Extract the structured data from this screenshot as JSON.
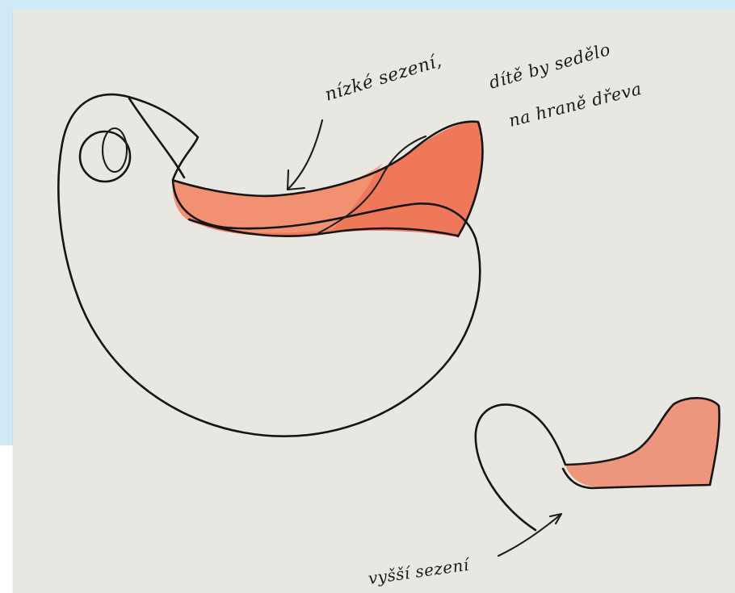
{
  "annotations": {
    "top_note_part1": "nízké sezení,",
    "top_note_part2": "dítě by sedělo",
    "top_note_part3": "na hraně dřeva",
    "bottom_note": "vyšší sezení"
  },
  "colors": {
    "background": "#cfe9f7",
    "paper": "#e9e7e2",
    "ink": "#151515",
    "seat_fill": "#ef6f4f",
    "seat_fill_light": "#f39a7c"
  }
}
